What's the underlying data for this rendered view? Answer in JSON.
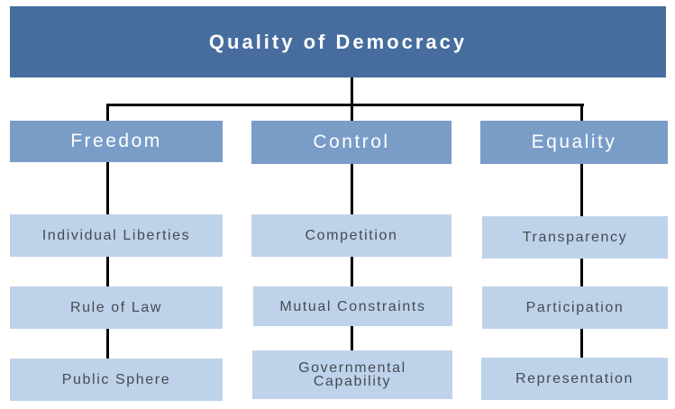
{
  "root": {
    "label": "Quality of Democracy"
  },
  "dimensions": [
    {
      "label": "Freedom",
      "functions": [
        "Individual Liberties",
        "Rule of Law",
        "Public Sphere"
      ]
    },
    {
      "label": "Control",
      "functions": [
        "Competition",
        "Mutual Constraints",
        "Governmental Capability"
      ]
    },
    {
      "label": "Equality",
      "functions": [
        "Transparency",
        "Participation",
        "Representation"
      ]
    }
  ],
  "colors": {
    "root": "#466d9e",
    "dimension": "#7a9dc8",
    "function": "#bed3e9",
    "connector": "#000000"
  }
}
